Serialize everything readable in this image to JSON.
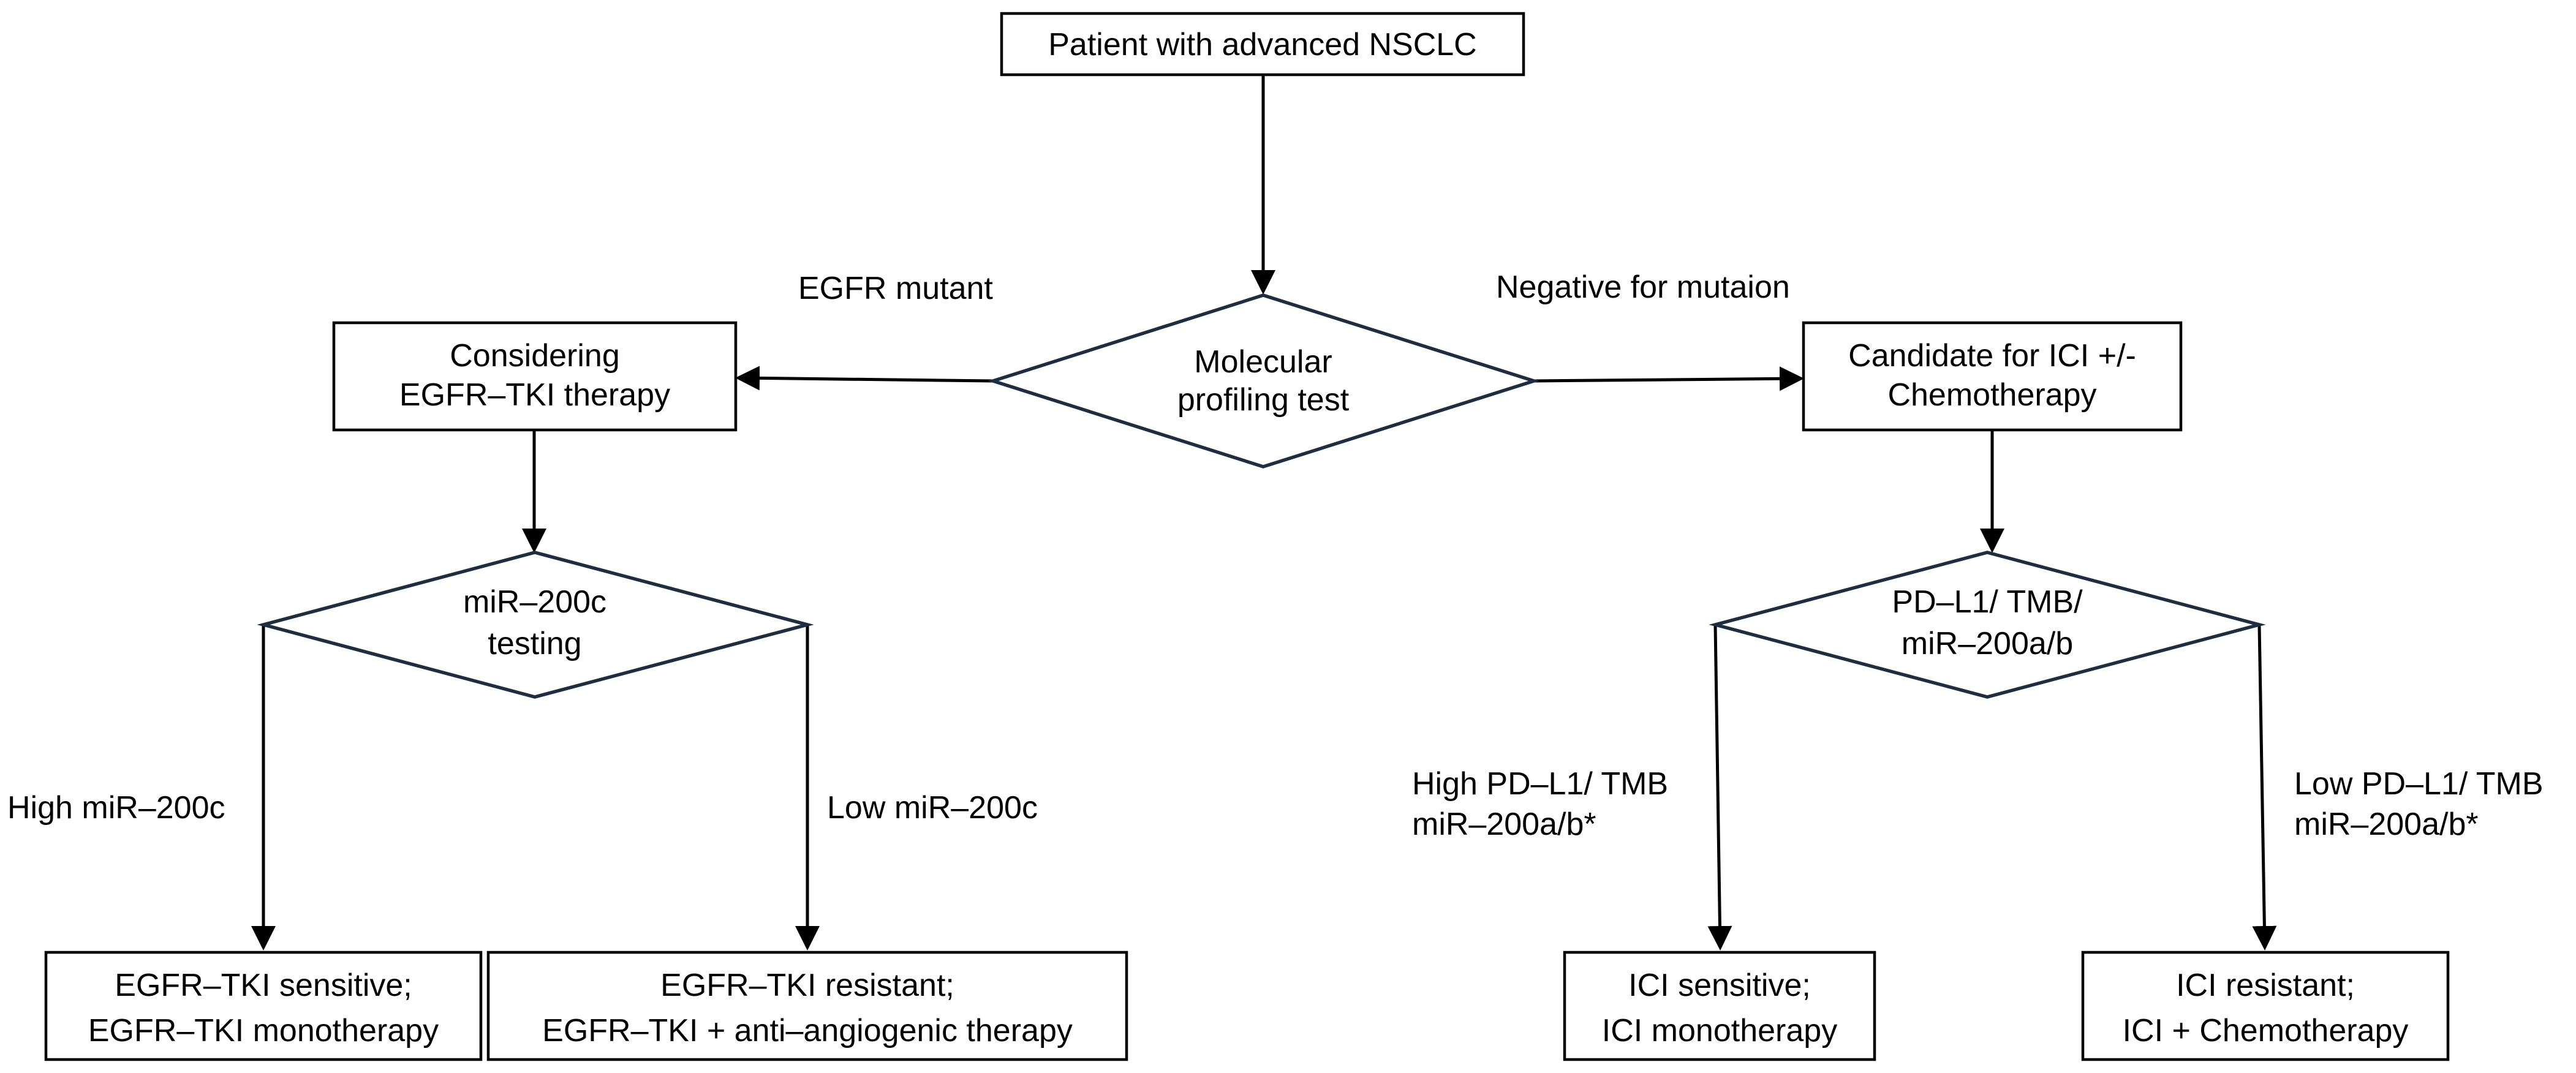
{
  "nodes": {
    "patient": {
      "lines": [
        "Patient with advanced NSCLC"
      ]
    },
    "molecular": {
      "lines": [
        "Molecular",
        "profiling test"
      ]
    },
    "egfr_tki": {
      "lines": [
        "Considering",
        "EGFR–TKI therapy"
      ]
    },
    "ici_candidate": {
      "lines": [
        "Candidate for ICI +/-",
        "Chemotherapy"
      ]
    },
    "mir200c": {
      "lines": [
        "miR–200c",
        "testing"
      ]
    },
    "pdl1": {
      "lines": [
        "PD–L1/ TMB/",
        "miR–200a/b"
      ]
    },
    "tki_sensitive": {
      "lines": [
        "EGFR–TKI sensitive;",
        "EGFR–TKI monotherapy"
      ]
    },
    "tki_resistant": {
      "lines": [
        "EGFR–TKI resistant;",
        "EGFR–TKI + anti–angiogenic therapy"
      ]
    },
    "ici_sensitive": {
      "lines": [
        "ICI sensitive;",
        "ICI monotherapy"
      ]
    },
    "ici_resistant": {
      "lines": [
        "ICI resistant;",
        "ICI + Chemotherapy"
      ]
    }
  },
  "edge_labels": {
    "egfr_mutant": {
      "lines": [
        "EGFR mutant"
      ]
    },
    "negative": {
      "lines": [
        "Negative for mutaion"
      ]
    },
    "high_mir200c": {
      "lines": [
        "High miR–200c"
      ]
    },
    "low_mir200c": {
      "lines": [
        "Low miR–200c"
      ]
    },
    "high_pdl1": {
      "lines": [
        "High PD–L1/ TMB",
        "miR–200a/b*"
      ]
    },
    "low_pdl1": {
      "lines": [
        "Low PD–L1/ TMB",
        "miR–200a/b*"
      ]
    }
  }
}
